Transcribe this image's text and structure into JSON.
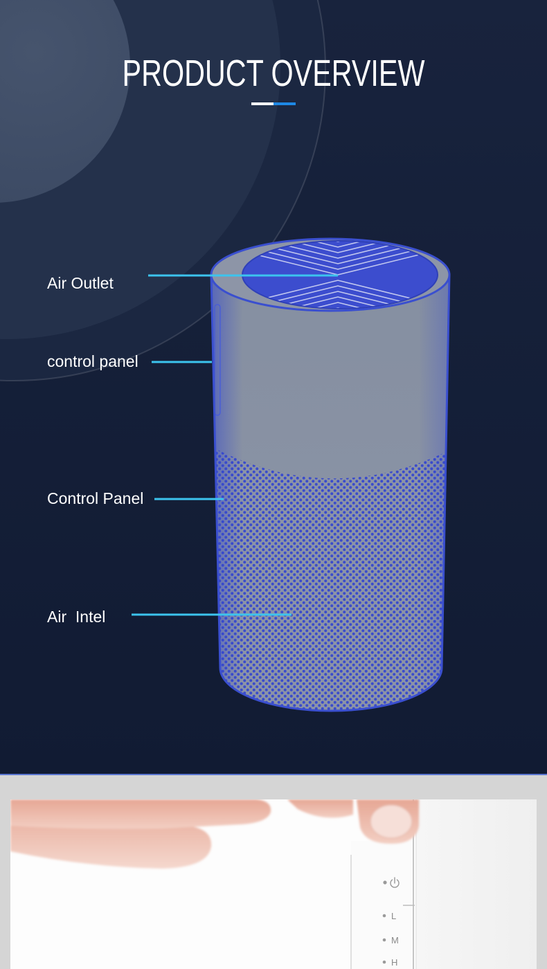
{
  "title": "PRODUCT OVERVIEW",
  "colors": {
    "background": "#131e37",
    "callout_line": "#3cc4ee",
    "underline_accent": "#1e88e5",
    "purifier_blue": "#3a4fcf",
    "purifier_gray": "#8a92a3"
  },
  "callouts": [
    {
      "label": "Air Outlet"
    },
    {
      "label": "control panel"
    },
    {
      "label": "Control Panel"
    },
    {
      "label": "Air  Intel"
    }
  ],
  "control_panel_photo": {
    "power_indicator_icon": "power-icon",
    "speed_labels": [
      "L",
      "M",
      "H"
    ]
  }
}
